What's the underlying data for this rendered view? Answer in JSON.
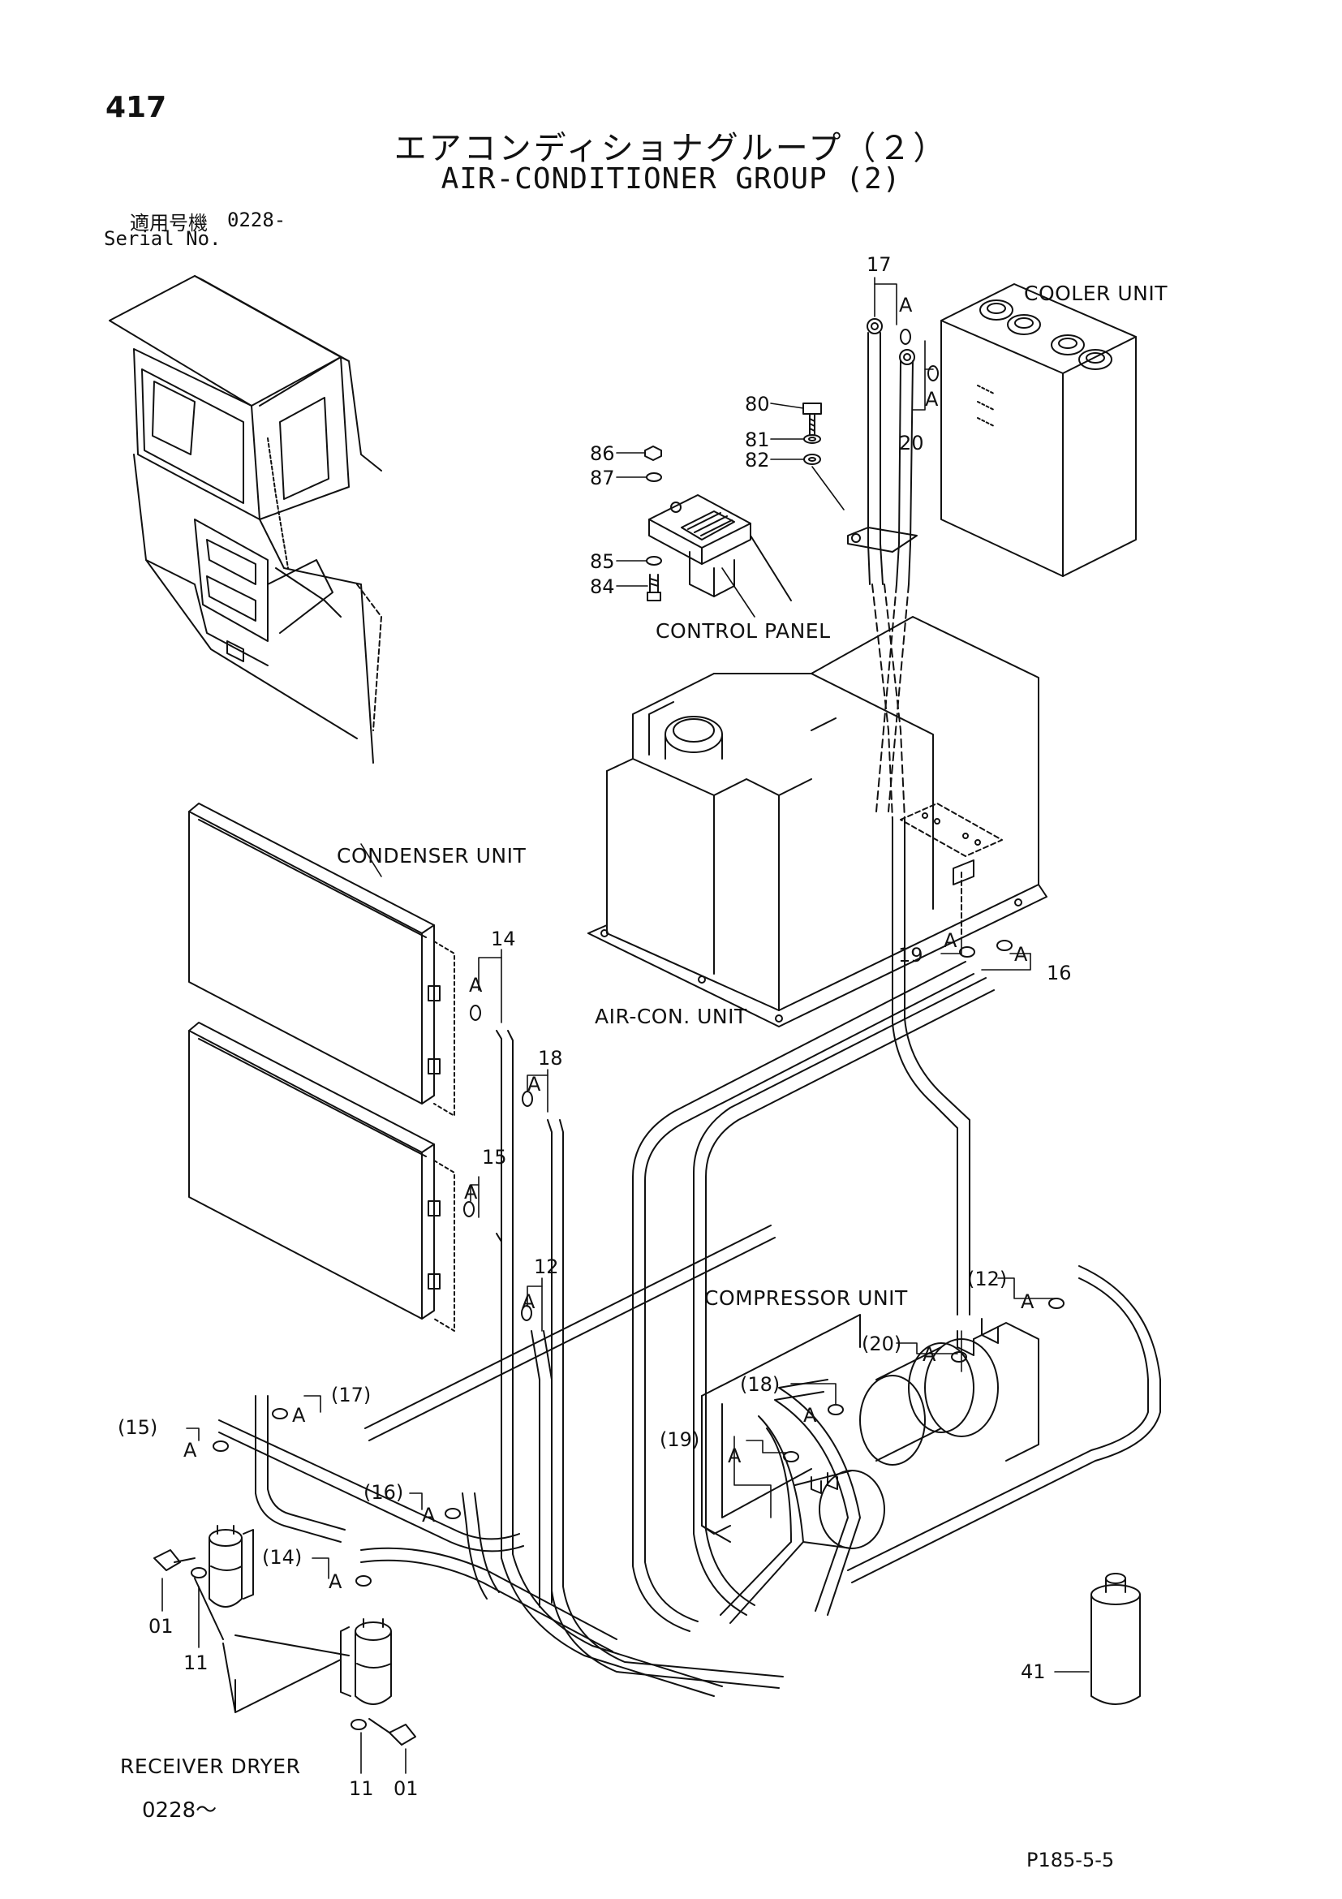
{
  "header": {
    "page_number": "417",
    "title_jp": "エアコンディショナグループ（２）",
    "title_en": "AIR-CONDITIONER GROUP (2)",
    "serial_label_jp": "適用号機",
    "serial_value": "0228-",
    "serial_label_en": "Serial No."
  },
  "units": {
    "cooler": "COOLER UNIT",
    "control_panel": "CONTROL PANEL",
    "condenser": "CONDENSER UNIT",
    "aircon": "AIR-CON. UNIT",
    "compressor": "COMPRESSOR UNIT",
    "receiver_dryer": "RECEIVER DRYER"
  },
  "callouts": {
    "c17": "17",
    "c20": "20",
    "c80": "80",
    "c81": "81",
    "c82": "82",
    "c86": "86",
    "c87": "87",
    "c85": "85",
    "c84": "84",
    "c14": "14",
    "c18": "18",
    "c15": "15",
    "c12": "12",
    "c19": "19",
    "c16": "16",
    "p12": "(12)",
    "p20": "(20)",
    "p18": "(18)",
    "p19": "(19)",
    "p17": "(17)",
    "p15": "(15)",
    "p16": "(16)",
    "p14": "(14)",
    "c01a": "01",
    "c11a": "11",
    "c11b": "11",
    "c01b": "01",
    "c41": "41",
    "a": "A"
  },
  "footer": {
    "range": "0228～",
    "drawing_code": "P185-5-5"
  }
}
